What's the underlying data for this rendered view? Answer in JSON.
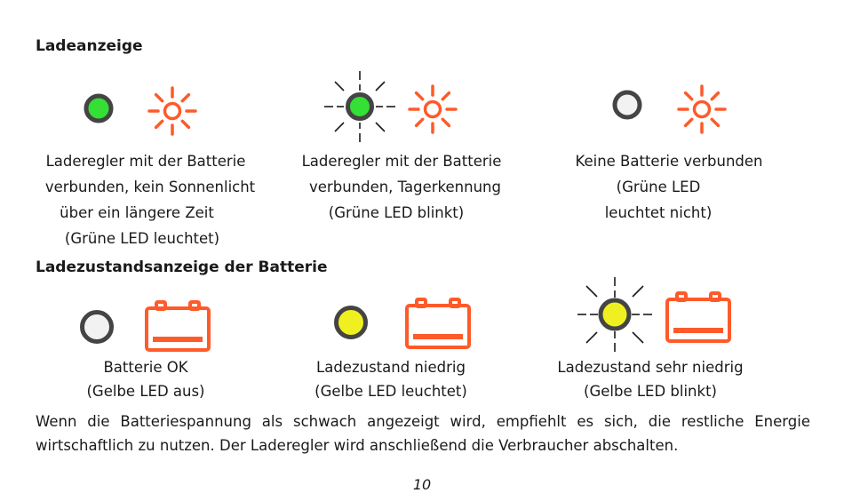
{
  "section1": {
    "heading": "Ladeanzeige",
    "items": [
      {
        "lines": [
          "Laderegler mit der Batterie",
          "verbunden, kein Sonnenlicht",
          "über ein längere Zeit",
          "(Grüne LED leuchtet)"
        ]
      },
      {
        "lines": [
          "Laderegler mit der Batterie",
          "verbunden, Tagerkennung",
          "(Grüne LED blinkt)"
        ]
      },
      {
        "lines": [
          "Keine Batterie verbunden",
          "(Grüne LED",
          "leuchtet nicht)"
        ]
      }
    ]
  },
  "section2": {
    "heading": "Ladezustandsanzeige der Batterie",
    "items": [
      {
        "lines": [
          "Batterie OK",
          "(Gelbe LED aus)"
        ]
      },
      {
        "lines": [
          "Ladezustand niedrig",
          "(Gelbe LED leuchtet)"
        ]
      },
      {
        "lines": [
          "Ladezustand sehr niedrig",
          "(Gelbe LED blinkt)"
        ]
      }
    ]
  },
  "paragraph": "Wenn die Batteriespannung als schwach angezeigt wird, empfiehlt es sich, die restliche Energie wirtschaftlich zu nutzen. Der Laderegler wird anschließend die Verbraucher abschalten.",
  "page_number": "10",
  "colors": {
    "led_green": "#33e033",
    "led_yellow": "#f0f020",
    "led_off": "#f2f2f2",
    "led_ring": "#444444",
    "accent_orange": "#ff5a2a"
  },
  "icons": [
    "led-green-icon",
    "led-green-blink-icon",
    "led-off-icon",
    "sun-icon",
    "led-yellow-icon",
    "led-yellow-blink-icon",
    "battery-icon"
  ]
}
